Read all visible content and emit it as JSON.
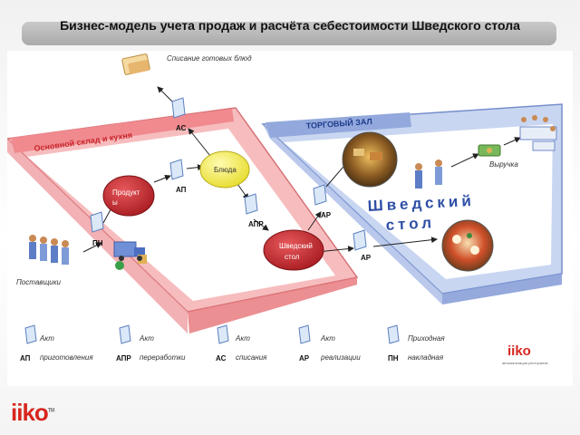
{
  "title": "Бизнес-модель учета продаж и расчёта себестоимости Шведского стола",
  "nodes": {
    "writeoff": "Списание готовых блюд",
    "warehouse": "Основной склад и кухня",
    "hall": "ТОРГОВЫЙ ЗАЛ",
    "swedish_big_1": "Шведский",
    "swedish_big_2": "стол",
    "products_1": "Продукт",
    "products_2": "ы",
    "dishes": "Блюда",
    "swedish_node_1": "Шведский",
    "swedish_node_2": "стол",
    "revenue": "Выручка",
    "suppliers": "Поставщики"
  },
  "doc_tags": {
    "ac": "АС",
    "ap": "АП",
    "apr": "АПР",
    "ar_top": "АР",
    "ar_bottom": "АР",
    "pn": "ПН"
  },
  "legend": [
    {
      "code": "АП",
      "line1": "Акт",
      "line2": "приготовления"
    },
    {
      "code": "АПР",
      "line1": "Акт",
      "line2": "переработки"
    },
    {
      "code": "АС",
      "line1": "Акт",
      "line2": "списания"
    },
    {
      "code": "АР",
      "line1": "Акт",
      "line2": "реализации"
    },
    {
      "code": "ПН",
      "line1": "Приходная",
      "line2": "накладная"
    }
  ],
  "brand": {
    "logo": "iiko",
    "tagline": "автоматизация ресторанов"
  },
  "colors": {
    "warehouse": "#f08a8f",
    "hall": "#93a9dd",
    "node_red": "#c8262b",
    "node_yellow": "#f5ee54",
    "brand_red": "#d7261e"
  }
}
